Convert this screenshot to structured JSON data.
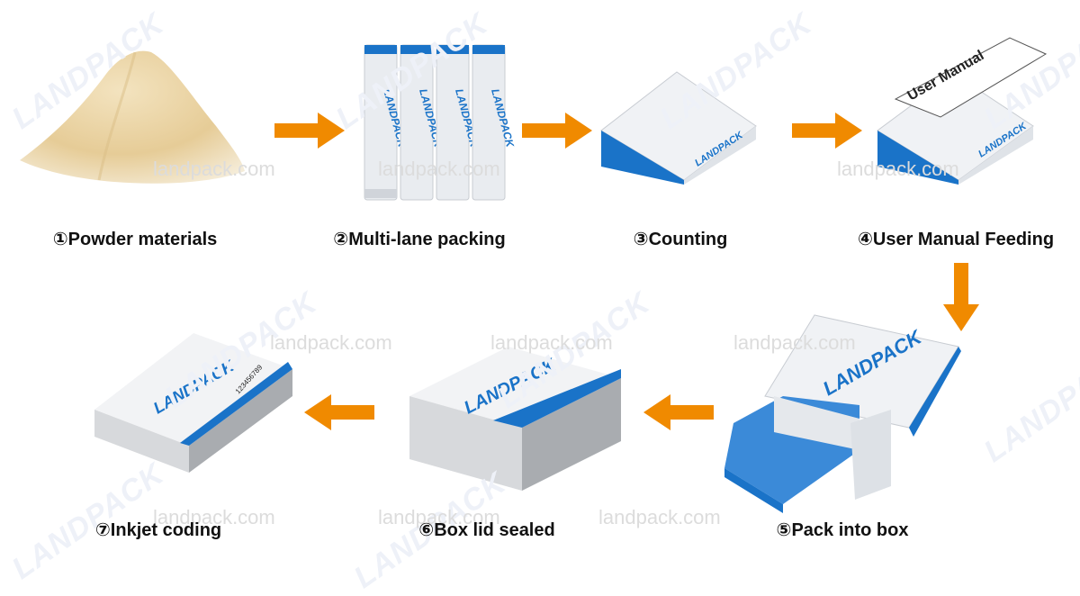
{
  "watermark": {
    "url": "landpack.com",
    "logo": "LANDPACK"
  },
  "brand": {
    "logo_text": "LANDPACK",
    "blue": "#1a73c8",
    "orange": "#f08a00"
  },
  "steps": [
    {
      "label": "①Powder materials"
    },
    {
      "label": "②Multi-lane packing"
    },
    {
      "label": "③Counting"
    },
    {
      "label": "④User Manual Feeding",
      "manual_text": "User Manual"
    },
    {
      "label": "⑤Pack into box"
    },
    {
      "label": "⑥Box lid sealed"
    },
    {
      "label": "⑦Inkjet coding",
      "code_text": "123456789"
    }
  ],
  "arrow_color": "#f08a00"
}
